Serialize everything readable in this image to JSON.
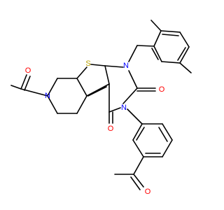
{
  "atoms": {
    "n7": {
      "symbol": "N",
      "color": "#0000ff"
    },
    "o_acetyl_left": {
      "symbol": "O",
      "color": "#ff0000"
    },
    "s1": {
      "symbol": "S",
      "color": "#b8a000"
    },
    "n1": {
      "symbol": "N",
      "color": "#0000ff"
    },
    "n3": {
      "symbol": "N",
      "color": "#0000ff"
    },
    "o2": {
      "symbol": "O",
      "color": "#ff0000"
    },
    "o4": {
      "symbol": "O",
      "color": "#ff0000"
    },
    "o_acetyl_right": {
      "symbol": "O",
      "color": "#ff0000"
    }
  },
  "bond_color": "#000000"
}
